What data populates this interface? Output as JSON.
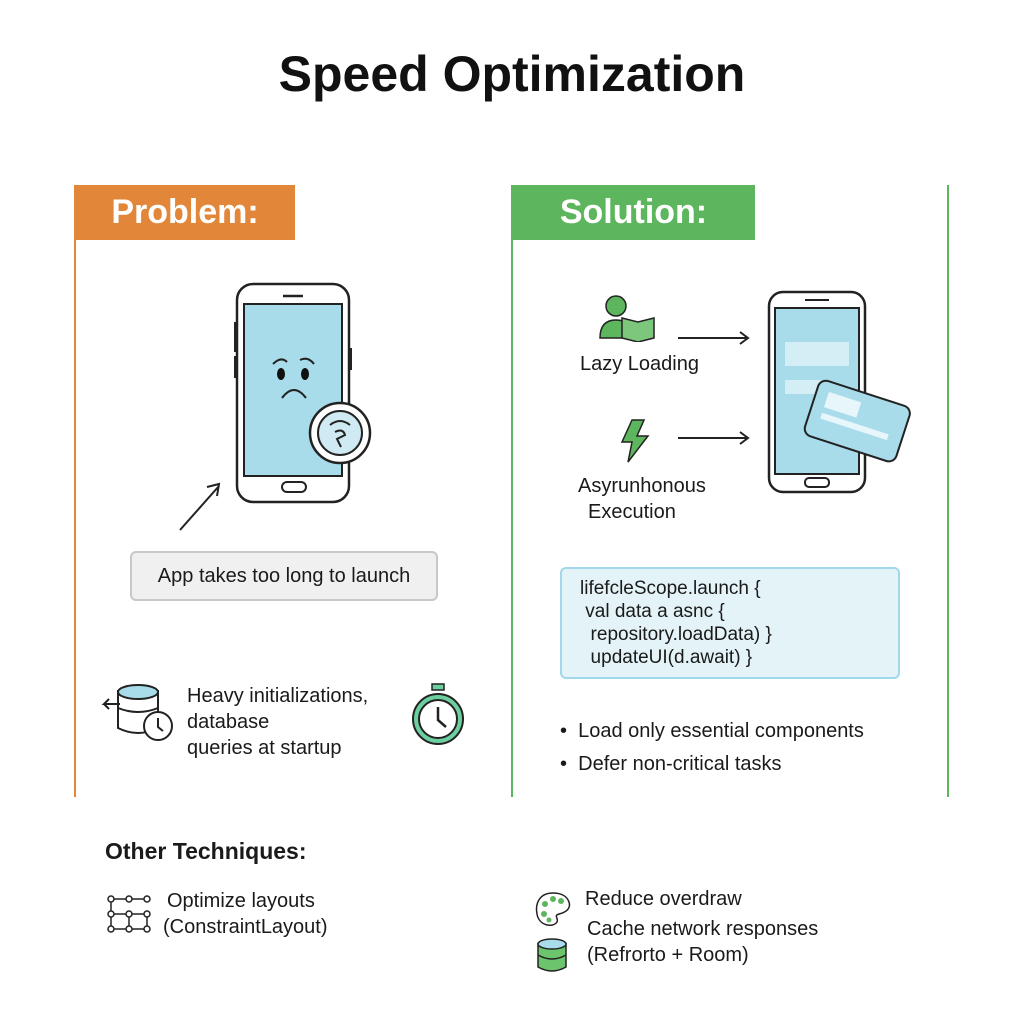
{
  "title": "Speed Optimization",
  "problem": {
    "header": "Problem:",
    "badge": "App takes too long to launch",
    "detail_lines": [
      "Heavy initializations,",
      "database",
      "queries at startup"
    ]
  },
  "solution": {
    "header": "Solution:",
    "lazy_loading": "Lazy Loading",
    "async_lines": [
      "Asyrunhonous",
      "Execution"
    ],
    "code_lines": [
      "lifefcleScope.launch {",
      " val data a asnc {",
      "  repository.loadData) }",
      "  updateUI(d.await) }"
    ],
    "bullets": [
      "Load only essential components",
      "Defer non-critical tasks"
    ]
  },
  "other": {
    "heading": "Other Techniques:",
    "layouts_lines": [
      "Optimize layouts",
      "(ConstraintLayout)"
    ],
    "overdraw": "Reduce overdraw",
    "cache_lines": [
      "Cache network responses",
      "(Refrorto + Room)"
    ]
  },
  "colors": {
    "problem": "#E2873A",
    "solution": "#5DB55D",
    "screen": "#A8DCEA"
  }
}
